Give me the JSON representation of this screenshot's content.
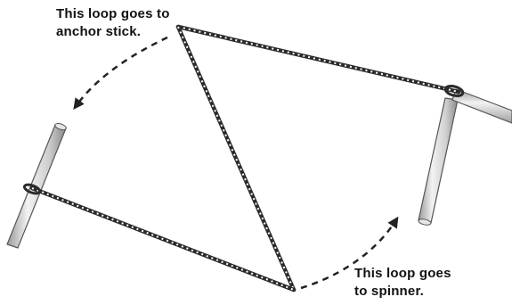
{
  "labels": {
    "anchor_note": {
      "line1": "This loop goes to",
      "line2": "anchor stick."
    },
    "spinner_note": {
      "line1": "This loop goes",
      "line2": "to spinner."
    }
  },
  "colors": {
    "rope_dark": "#2b2b2b",
    "rope_light": "#ffffff",
    "stick_fill": "#d9d9d9",
    "stick_outline": "#555555",
    "arrow": "#222222",
    "text": "#111111"
  }
}
